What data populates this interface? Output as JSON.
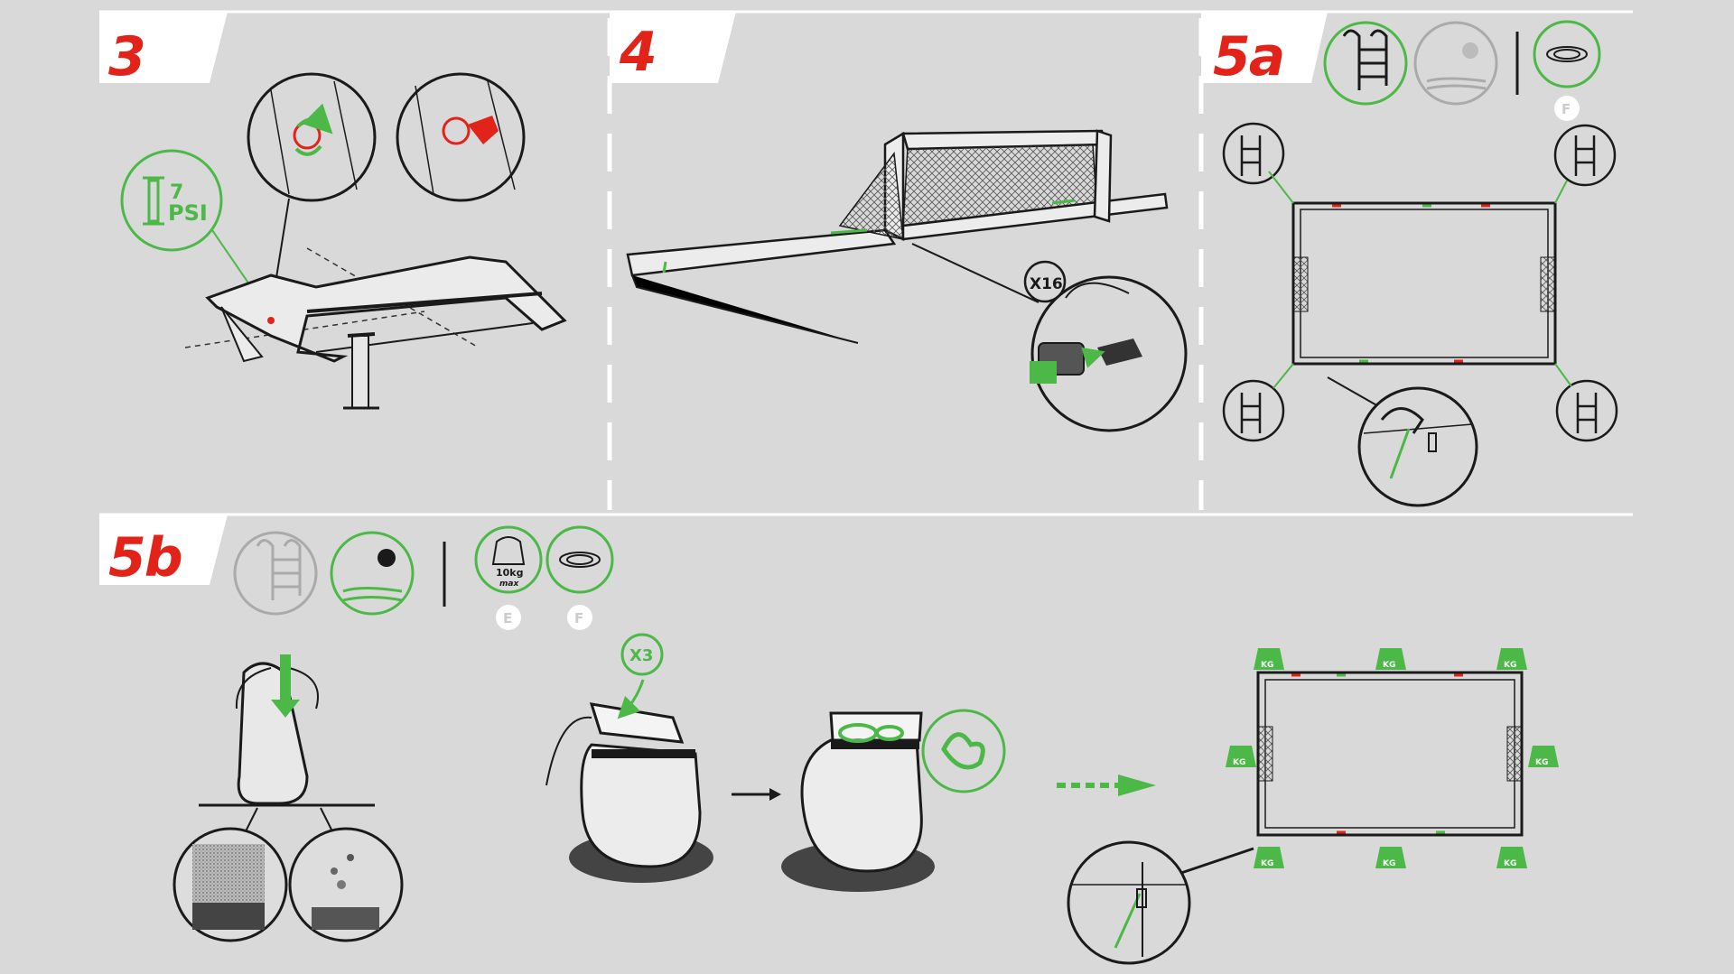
{
  "steps": {
    "s3": {
      "number": "3",
      "pressure_value": "7",
      "pressure_unit": "PSI"
    },
    "s4": {
      "number": "4",
      "count_label": "X16"
    },
    "s5a": {
      "number": "5a",
      "part_label": "F"
    },
    "s5b": {
      "number": "5b",
      "weight_value": "10kg",
      "weight_note": "max",
      "part_label_e": "E",
      "part_label_f": "F",
      "count_label": "X3",
      "weight_tag": "KG"
    }
  },
  "colors": {
    "accent_green": "#4cb847",
    "brand_red": "#e2231a",
    "line_dark": "#1a1a1a",
    "background": "#d9d9d9"
  },
  "icons": [
    "pool-ladder-icon",
    "beach-sun-icon",
    "rope-icon",
    "pump-icon",
    "sandbag-icon",
    "weight-icon",
    "arrow-right-icon",
    "dashed-arrow-icon"
  ]
}
